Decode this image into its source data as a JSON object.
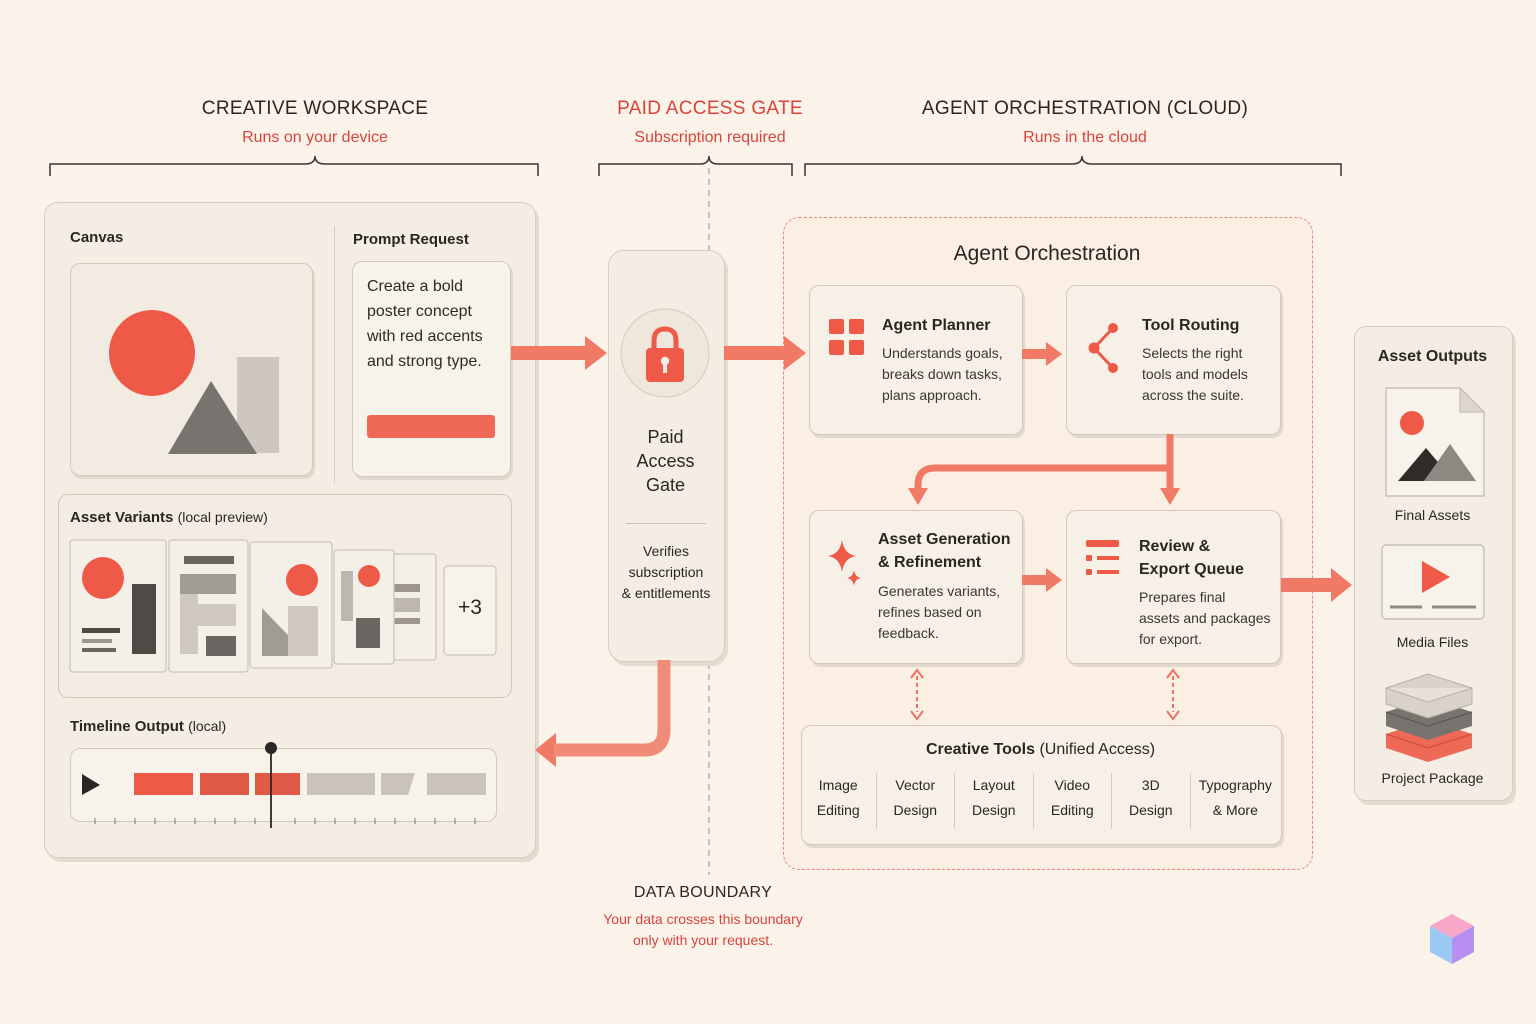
{
  "sections": {
    "workspace": {
      "title": "CREATIVE WORKSPACE",
      "subtitle": "Runs on your device"
    },
    "gate": {
      "title": "PAID ACCESS GATE",
      "subtitle": "Subscription required"
    },
    "cloud": {
      "title": "AGENT ORCHESTRATION (CLOUD)",
      "subtitle": "Runs in the cloud"
    }
  },
  "workspace": {
    "canvas_label": "Canvas",
    "prompt_label": "Prompt Request",
    "prompt_lines": [
      "Create a bold",
      "poster concept",
      "with red accents",
      "and strong type."
    ],
    "variants_label": "Asset Variants",
    "variants_note": "(local preview)",
    "variants_more": "+3",
    "timeline_label": "Timeline Output",
    "timeline_note": "(local)"
  },
  "gate": {
    "title_lines": [
      "Paid",
      "Access",
      "Gate"
    ],
    "desc_lines": [
      "Verifies",
      "subscription",
      "& entitlements"
    ]
  },
  "orchestration": {
    "title": "Agent Orchestration",
    "planner": {
      "title": "Agent Planner",
      "lines": [
        "Understands goals,",
        "breaks down tasks,",
        "plans approach."
      ]
    },
    "routing": {
      "title": "Tool Routing",
      "lines": [
        "Selects the right",
        "tools and models",
        "across the suite."
      ]
    },
    "generation": {
      "title_lines": [
        "Asset Generation",
        "& Refinement"
      ],
      "lines": [
        "Generates variants,",
        "refines based on",
        "feedback."
      ]
    },
    "review": {
      "title_lines": [
        "Review &",
        "Export Queue"
      ],
      "lines": [
        "Prepares final",
        "assets and packages",
        "for export."
      ]
    },
    "tools": {
      "title": "Creative Tools",
      "title_note": "(Unified Access)",
      "items": [
        {
          "l1": "Image",
          "l2": "Editing"
        },
        {
          "l1": "Vector",
          "l2": "Design"
        },
        {
          "l1": "Layout",
          "l2": "Design"
        },
        {
          "l1": "Video",
          "l2": "Editing"
        },
        {
          "l1": "3D",
          "l2": "Design"
        },
        {
          "l1": "Typography",
          "l2": "& More"
        }
      ]
    }
  },
  "outputs": {
    "title": "Asset Outputs",
    "final": "Final Assets",
    "media": "Media Files",
    "package": "Project Package"
  },
  "boundary": {
    "title": "DATA BOUNDARY",
    "lines": [
      "Your data crosses this boundary",
      "only with your request."
    ]
  },
  "colors": {
    "accent": "#ee6a56",
    "accent_dark": "#d9443a",
    "background": "#fbf3ea",
    "card": "#f6f0e7",
    "gray": "#6b6661",
    "light_gray": "#c9c3bb"
  }
}
